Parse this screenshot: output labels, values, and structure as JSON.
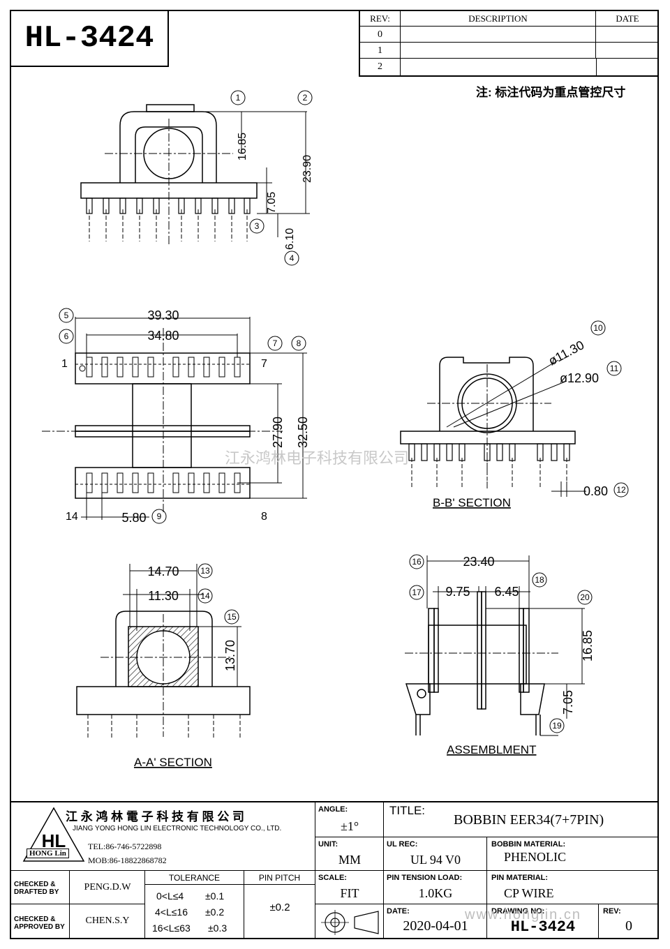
{
  "header": {
    "part_no": "HL-3424",
    "note": "注: 标注代码为重点管控尺寸"
  },
  "revision": {
    "headers": [
      "REV:",
      "DESCRIPTION",
      "DATE"
    ],
    "rows": [
      "0",
      "1",
      "2"
    ]
  },
  "views": {
    "front": {
      "dims": [
        "16.85",
        "23.90",
        "7.05",
        "6.10"
      ],
      "callouts": [
        "1",
        "2",
        "3",
        "4"
      ]
    },
    "top": {
      "dims": [
        "39.30",
        "34.80",
        "27.90",
        "32.50",
        "5.80"
      ],
      "callouts": [
        "5",
        "6",
        "7",
        "8",
        "9"
      ],
      "pins": [
        "1",
        "7",
        "14",
        "8"
      ]
    },
    "bb": {
      "title": "B-B' SECTION",
      "dims": [
        "ø11.30",
        "ø12.90",
        "0.80"
      ],
      "callouts": [
        "10",
        "11",
        "12"
      ]
    },
    "aa": {
      "title": "A-A' SECTION",
      "dims": [
        "14.70",
        "11.30",
        "13.70"
      ],
      "callouts": [
        "13",
        "14",
        "15"
      ]
    },
    "asm": {
      "title": "ASSEMBLMENT",
      "dims": [
        "23.40",
        "9.75",
        "6.45",
        "16.85",
        "7.05"
      ],
      "callouts": [
        "16",
        "17",
        "18",
        "19",
        "20"
      ]
    }
  },
  "watermark": "江永鸿林电子科技有限公司",
  "title_block": {
    "company_cn": "江 永 鸿 林 電 子 科 技 有 限 公 司",
    "company_en": "JIANG YONG HONG LIN ELECTRONIC TECHNOLOGY CO., LTD.",
    "logo_text": "HONG Lin",
    "tel": "TEL:86-746-5722898",
    "mob": "MOB:86-18822868782",
    "angle_label": "ANGLE:",
    "angle": "±1°",
    "title_label": "TITLE:",
    "title": "BOBBIN EER34(7+7PIN)",
    "unit_label": "UNIT:",
    "unit": "MM",
    "ul_label": "UL REC:",
    "ul": "UL 94 V0",
    "material_label": "BOBBIN MATERIAL:",
    "material": "PHENOLIC",
    "checked_drafted": "CHECKED & DRAFTED BY",
    "drafted_by": "PENG.D.W",
    "checked_approved": "CHECKED & APPROVED BY",
    "approved_by": "CHEN.S.Y",
    "tolerance_label": "TOLERANCE",
    "tolerances": [
      [
        "0<L≤4",
        "±0.1"
      ],
      [
        "4<L≤16",
        "±0.2"
      ],
      [
        "16<L≤63",
        "±0.3"
      ]
    ],
    "pin_pitch_label": "PIN PITCH",
    "pin_pitch": "±0.2",
    "scale_label": "SCALE:",
    "scale": "FIT",
    "tension_label": "PIN TENSION LOAD:",
    "tension": "1.0KG",
    "pin_material_label": "PIN MATERIAL:",
    "pin_material": "CP WIRE",
    "date_label": "DATE:",
    "date": "2020-04-01",
    "drawing_label": "DRAWING NO:",
    "drawing_no": "HL-3424",
    "rev_label": "REV:",
    "rev": "0",
    "website": "www.honglin.cn"
  }
}
